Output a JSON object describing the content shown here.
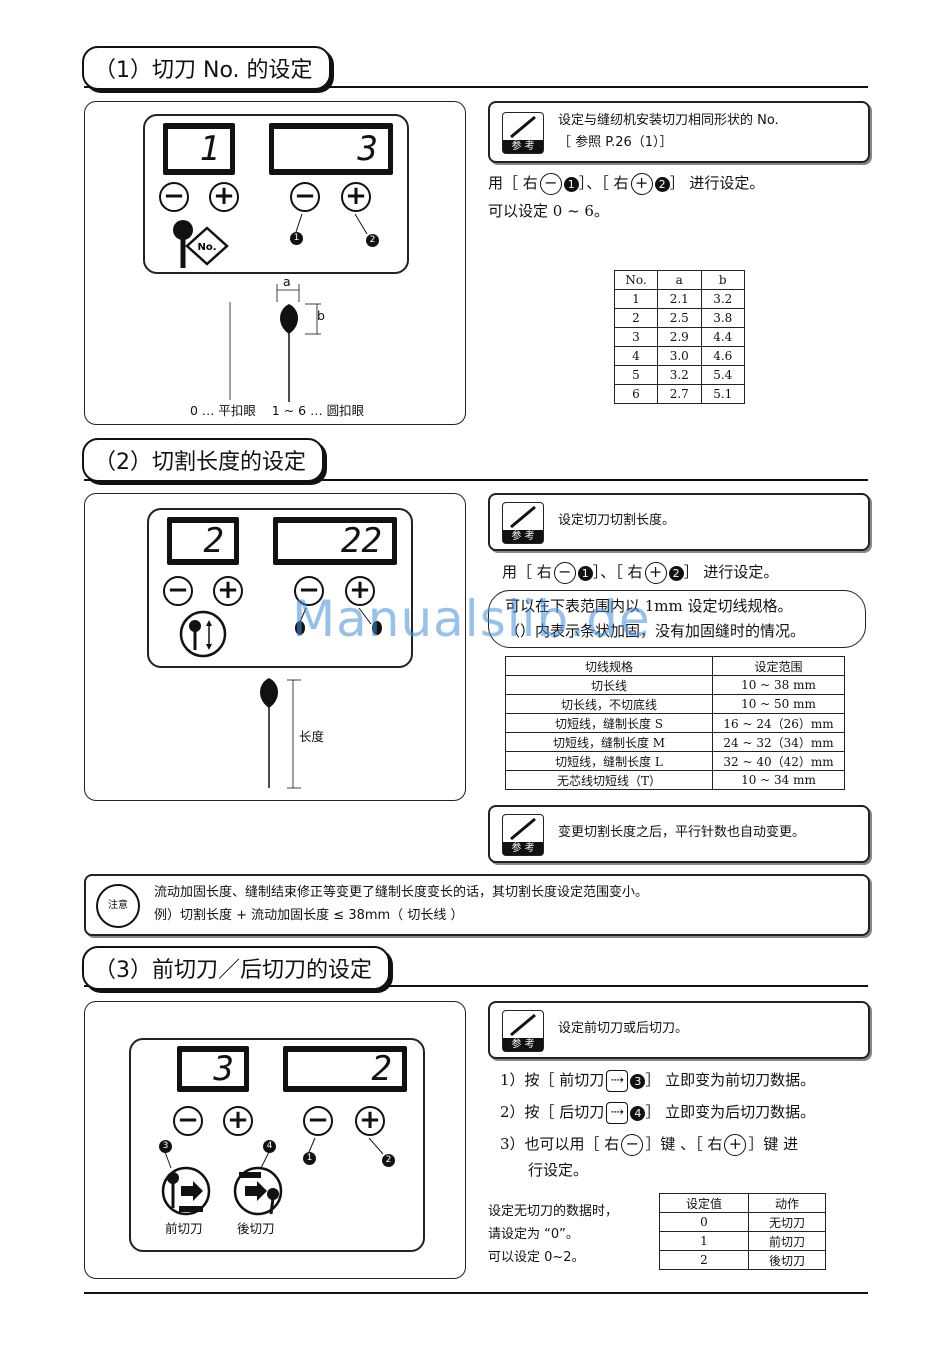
{
  "sec1": {
    "title": "（1）切刀 No. 的设定",
    "lcd_left": "1",
    "lcd_right": "3",
    "minus": "−",
    "plus": "+",
    "marker1": "1",
    "marker2": "2",
    "no_icon": "No.",
    "dim_a": "a",
    "dim_b": "b",
    "knife_caption": "0 … 平扣眼    1 ~ 6 … 圆扣眼",
    "ref_line1": "设定与缝纫机安装切刀相同形状的 No.",
    "ref_line2": "［ 参照 P.26（1）］",
    "ref_tag": "参 考",
    "instr_prefix": "用［ 右",
    "instr_mid": "］、［ 右",
    "instr_suffix": "］ 进行设定。",
    "range": "可以设定 0 ~ 6。",
    "table_headers": [
      "No.",
      "a",
      "b"
    ],
    "table_rows": [
      [
        "1",
        "2.1",
        "3.2"
      ],
      [
        "2",
        "2.5",
        "3.8"
      ],
      [
        "3",
        "2.9",
        "4.4"
      ],
      [
        "4",
        "3.0",
        "4.6"
      ],
      [
        "5",
        "3.2",
        "5.4"
      ],
      [
        "6",
        "2.7",
        "5.1"
      ]
    ]
  },
  "sec2": {
    "title": "（2）切割长度的设定",
    "lcd_left": "2",
    "lcd_right": "22",
    "length_label": "长度",
    "ref_text": "设定切刀切割长度。",
    "ref_tag": "参 考",
    "instr_prefix": "用［ 右",
    "instr_mid": "］、［ 右",
    "instr_suffix": "］ 进行设定。",
    "note_line1": "可以在下表范围内以 1mm 设定切线规格。",
    "note_line2": "（）内表示条状加固，没有加固缝时的情况。",
    "table_headers": [
      "切线规格",
      "设定范围"
    ],
    "table_rows": [
      [
        "切长线",
        "10 ~ 38 mm"
      ],
      [
        "切长线，不切底线",
        "10 ~ 50 mm"
      ],
      [
        "切短线，缝制长度 S",
        "16 ~ 24（26）mm"
      ],
      [
        "切短线，缝制长度 M",
        "24 ~ 32（34）mm"
      ],
      [
        "切短线，缝制长度 L",
        "32 ~ 40（42）mm"
      ],
      [
        "无芯线切短线（T）",
        "10 ~ 34 mm"
      ]
    ],
    "ref2_text": "变更切割长度之后，平行针数也自动变更。",
    "caution_icon": "注意",
    "caution_line1": "流动加固长度、缝制结束修正等变更了缝制长度变长的话，其切割长度设定范围变小。",
    "caution_line2": "例）切割长度 + 流动加固长度 ≤ 38mm（ 切长线 ）"
  },
  "sec3": {
    "title": "（3）前切刀／后切刀的设定",
    "lcd_left": "3",
    "lcd_right": "2",
    "marker3": "3",
    "marker4": "4",
    "front_label": "前切刀",
    "rear_label": "後切刀",
    "ref_text": "设定前切刀或后切刀。",
    "ref_tag": "参 考",
    "step1": "1）按［ 前切刀",
    "step1_tail": "］ 立即变为前切刀数据。",
    "step2": "2）按［ 后切刀",
    "step2_tail": "］ 立即变为后切刀数据。",
    "step3_a": "3）也可以用［ 右",
    "step3_b": "］键 、［ 右",
    "step3_c": "］键  进",
    "step3_d": "行设定。",
    "side_line1": "设定无切刀的数据时，",
    "side_line2": "请设定为 “0”。",
    "side_line3": "可以设定 0~2。",
    "table_headers": [
      "设定值",
      "动作"
    ],
    "table_rows": [
      [
        "0",
        "无切刀"
      ],
      [
        "1",
        "前切刀"
      ],
      [
        "2",
        "後切刀"
      ]
    ]
  },
  "watermark": "Manualslib.de"
}
